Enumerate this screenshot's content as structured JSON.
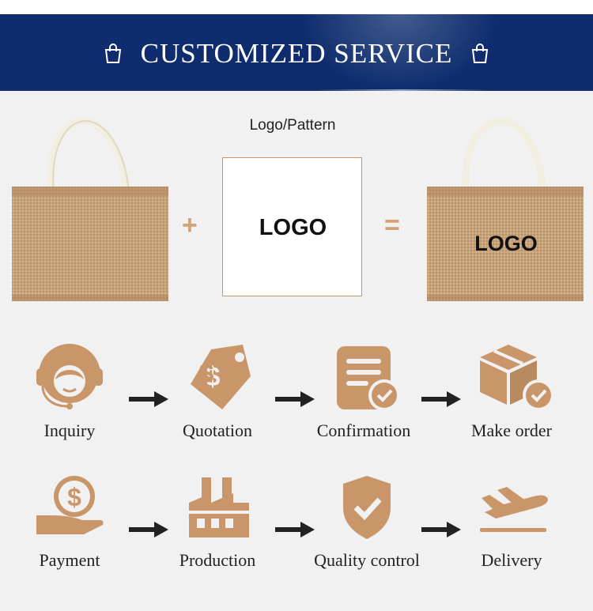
{
  "banner": {
    "title": "CUSTOMIZED SERVICE"
  },
  "customization": {
    "caption": "Logo/Pattern",
    "box_text": "LOGO",
    "plus": "+",
    "equals": "=",
    "result_text": "LOGO"
  },
  "steps_row1": [
    {
      "label": "Inquiry",
      "icon": "headset-agent-icon"
    },
    {
      "label": "Quotation",
      "icon": "price-tag-icon"
    },
    {
      "label": "Confirmation",
      "icon": "document-check-icon"
    },
    {
      "label": "Make order",
      "icon": "box-check-icon"
    }
  ],
  "steps_row2": [
    {
      "label": "Payment",
      "icon": "hand-coin-icon"
    },
    {
      "label": "Production",
      "icon": "factory-icon"
    },
    {
      "label": "Quality control",
      "icon": "shield-check-icon"
    },
    {
      "label": "Delivery",
      "icon": "airplane-icon"
    }
  ],
  "colors": {
    "banner": "#0f2d6e",
    "accent": "#c9966a",
    "arrow": "#222222",
    "background": "#f2f1f1"
  }
}
